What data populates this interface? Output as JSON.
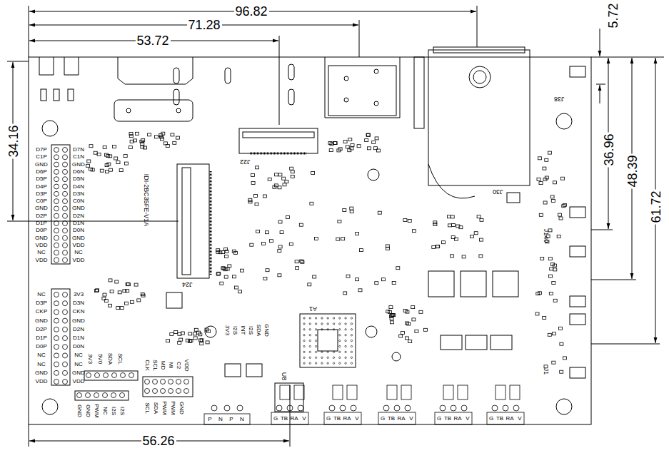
{
  "diagram": {
    "labels": [
      "96.82",
      "71.28",
      "53.72",
      "5.72",
      "34.16",
      "36.96",
      "48.39",
      "61.72",
      "56.26",
      "J22",
      "J24",
      "J30",
      "J38",
      "A1",
      "U8",
      "J1",
      "J140",
      "IDI-2BC35FE-V1A",
      "D7P",
      "C1P",
      "GND",
      "D6P",
      "D5P",
      "D4P",
      "D3P",
      "C0P",
      "GND",
      "D2P",
      "D1P",
      "D0P",
      "GND",
      "VDD",
      "NC",
      "VDD",
      "D7N",
      "C1N",
      "GND",
      "D6N",
      "D5N",
      "D4N",
      "D3N",
      "C0N",
      "GND",
      "D2N",
      "D1N",
      "D0N",
      "GND",
      "VDD",
      "NC",
      "VDD",
      "NC",
      "D3P",
      "CKP",
      "GND",
      "D2P",
      "D1P",
      "D0P",
      "NC",
      "NC",
      "GND",
      "VDD",
      "3V3",
      "D3N",
      "CKN",
      "GND",
      "D2N",
      "D1N",
      "D0N",
      "NC",
      "NC",
      "GND",
      "VDD",
      "GND",
      "GND",
      "PWM",
      "NC",
      "I2S",
      "I2S",
      "3V3",
      "5V0",
      "SDA",
      "SCL",
      "SCL",
      "SDA",
      "PWM",
      "PWM",
      "GND",
      "CLK",
      "SCL",
      "MD",
      "MI",
      "C2",
      "VDD",
      "3V3",
      "I2S",
      "INT",
      "I2S",
      "SDA",
      "GND",
      "P",
      "N",
      "P",
      "N",
      "G",
      "TB",
      "RA",
      "V",
      "G",
      "TB",
      "RA",
      "V",
      "G",
      "TB",
      "RA",
      "V",
      "G",
      "TB",
      "RA",
      "V",
      "G",
      "TB",
      "RA",
      "V"
    ]
  }
}
